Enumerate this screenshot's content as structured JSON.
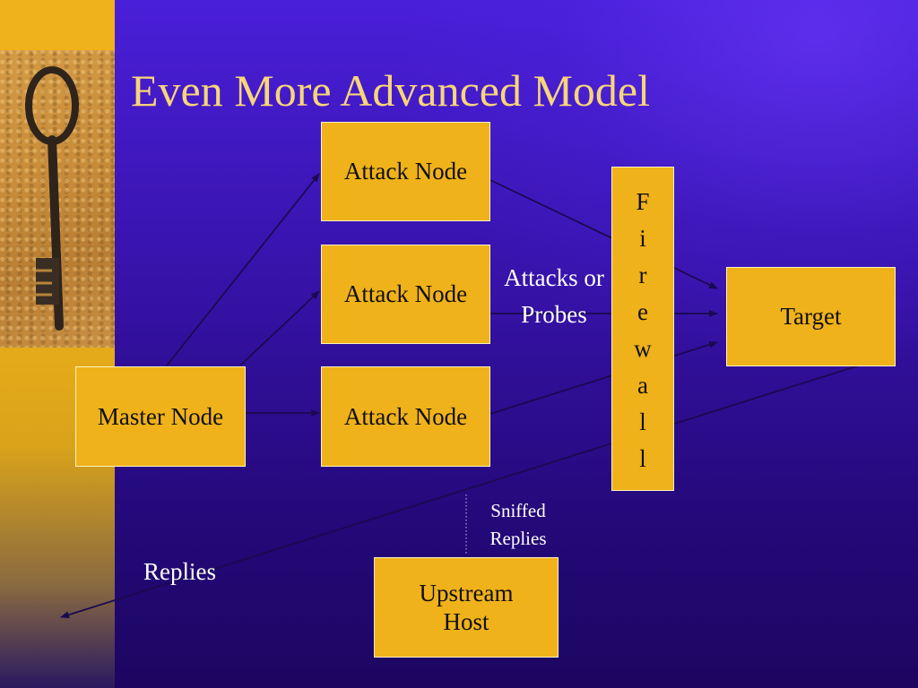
{
  "title": "Even More Advanced Model",
  "nodes": {
    "attack_node_1": "Attack Node",
    "attack_node_2": "Attack Node",
    "attack_node_3": "Attack Node",
    "master_node": "Master Node",
    "target": "Target",
    "upstream_host": "Upstream Host"
  },
  "firewall": {
    "letters": [
      "F",
      "i",
      "r",
      "e",
      "w",
      "a",
      "l",
      "l"
    ]
  },
  "labels": {
    "attacks_or_probes": "Attacks or Probes",
    "sniffed_replies": "Sniffed Replies",
    "replies": "Replies"
  },
  "colors": {
    "background": "#2a0f8a",
    "box_fill": "#f0b21a",
    "title_text": "#f7d57a",
    "arrow": "#1a0a50"
  }
}
